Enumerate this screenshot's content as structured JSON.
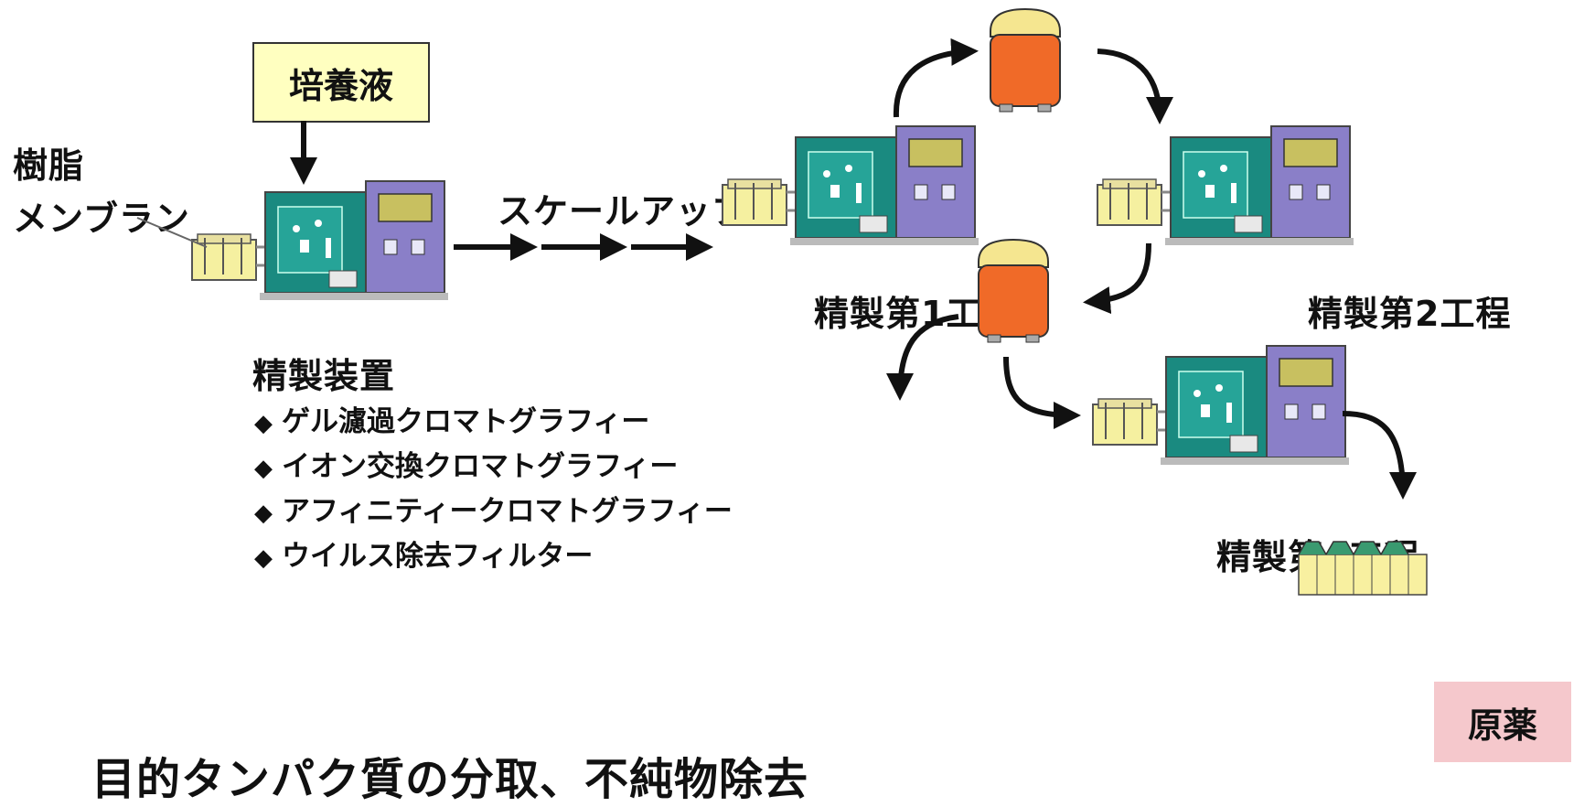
{
  "labels": {
    "culture": "培養液",
    "resin_line1": "樹脂",
    "resin_line2": "メンブラン",
    "scale_up": "スケールアップ",
    "device": "精製装置",
    "step1": "精製第1工程",
    "step2": "精製第2工程",
    "step4": "精製第4工程",
    "product": "原薬",
    "bottom": "目的タンパク質の分取、不純物除去"
  },
  "methods": [
    "ゲル濾過クロマトグラフィー",
    "イオン交換クロマトグラフィー",
    "アフィニティークロマトグラフィー",
    "ウイルス除去フィルター"
  ],
  "bullet": "◆",
  "colors": {
    "label_bg": "#ffffc0",
    "product_bg": "#f5c8cc",
    "device_teal": "#1a8a80",
    "device_purple": "#8a7fc8",
    "tank_orange": "#f06a28",
    "tank_lid": "#f5e690"
  }
}
